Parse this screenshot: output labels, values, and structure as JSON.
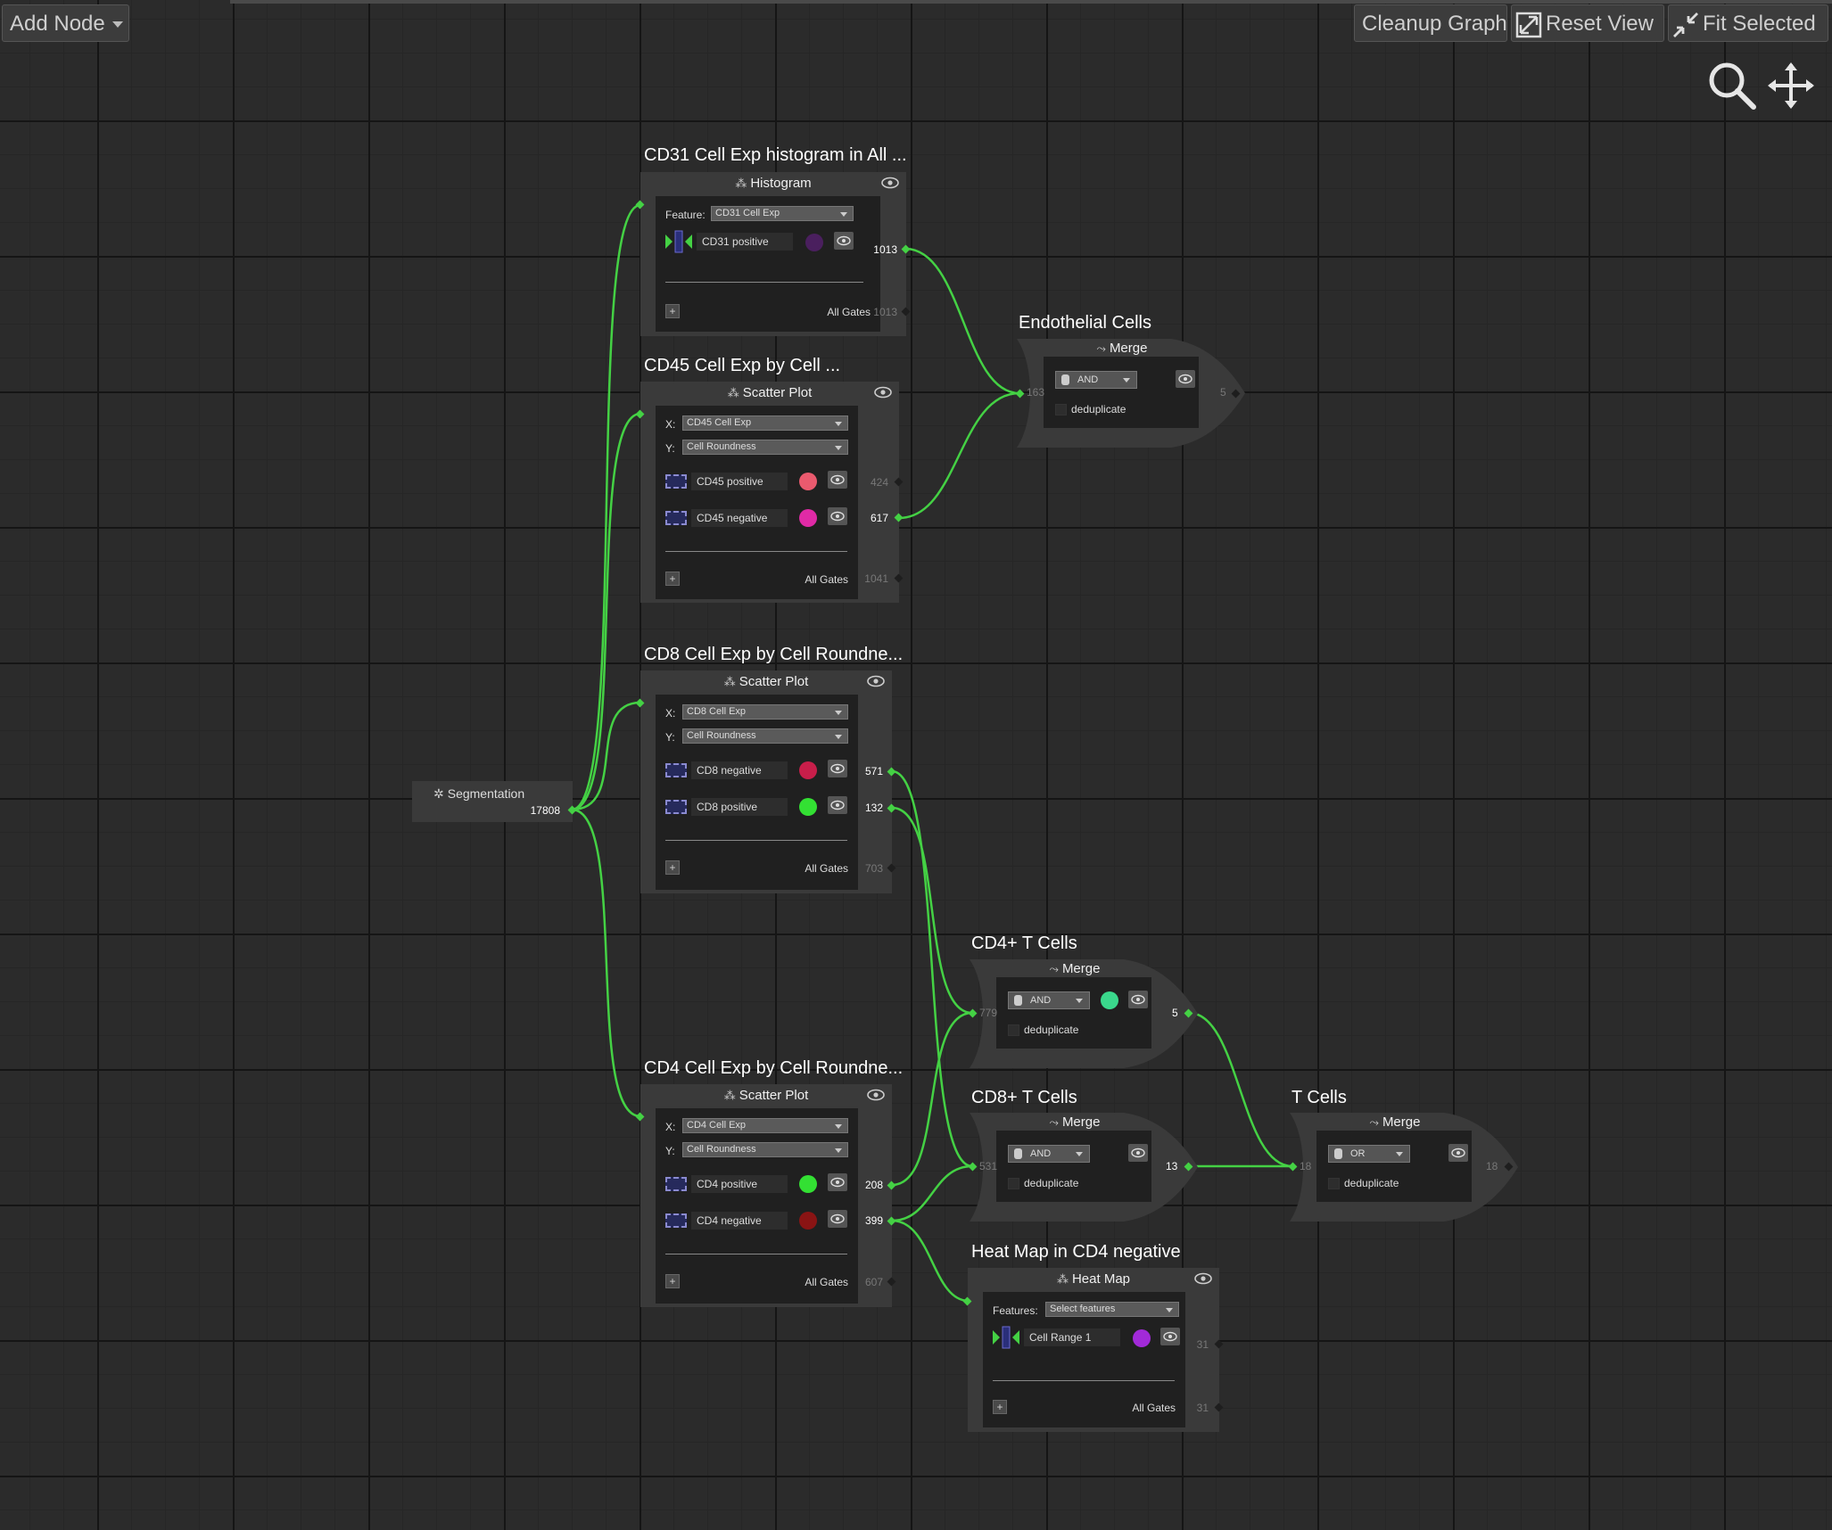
{
  "toolbar": {
    "add_node": "Add Node",
    "cleanup_graph": "Cleanup Graph",
    "reset_view": "Reset View",
    "fit_selected": "Fit Selected"
  },
  "view_controls": {
    "zoom_icon": "search-icon",
    "pan_icon": "move-icon"
  },
  "colors": {
    "wire": "#44d144",
    "cd31_positive": "#4a1f5e",
    "cd45_positive": "#ea5a6e",
    "cd45_negative": "#e02aa6",
    "cd8_negative": "#c81e4a",
    "cd8_positive": "#33e033",
    "cd4_positive": "#33e033",
    "cd4_negative": "#8a1414",
    "cd4plus_t": "#3ad88c",
    "cell_range_1": "#a22ad8"
  },
  "segmentation": {
    "label": "Segmentation",
    "count": "17808"
  },
  "histogram": {
    "title": "CD31 Cell Exp histogram in All ...",
    "type": "Histogram",
    "feature_label": "Feature:",
    "feature_value": "CD31 Cell Exp",
    "gates": [
      {
        "name": "CD31 positive",
        "count": "1013"
      }
    ],
    "all_gates": "All Gates",
    "all_count": "1013"
  },
  "cd45_scatter": {
    "title": "CD45 Cell Exp by Cell ...",
    "type": "Scatter Plot",
    "x_label": "X:",
    "x_value": "CD45 Cell Exp",
    "y_label": "Y:",
    "y_value": "Cell Roundness",
    "gates": [
      {
        "name": "CD45 positive",
        "count": "424"
      },
      {
        "name": "CD45 negative",
        "count": "617"
      }
    ],
    "all_gates": "All Gates",
    "all_count": "1041"
  },
  "cd8_scatter": {
    "title": "CD8 Cell Exp by Cell Roundne...",
    "type": "Scatter Plot",
    "x_label": "X:",
    "x_value": "CD8 Cell Exp",
    "y_label": "Y:",
    "y_value": "Cell Roundness",
    "gates": [
      {
        "name": "CD8 negative",
        "count": "571"
      },
      {
        "name": "CD8 positive",
        "count": "132"
      }
    ],
    "all_gates": "All Gates",
    "all_count": "703"
  },
  "cd4_scatter": {
    "title": "CD4 Cell Exp by Cell Roundne...",
    "type": "Scatter Plot",
    "x_label": "X:",
    "x_value": "CD4 Cell Exp",
    "y_label": "Y:",
    "y_value": "Cell Roundness",
    "gates": [
      {
        "name": "CD4 positive",
        "count": "208"
      },
      {
        "name": "CD4 negative",
        "count": "399"
      }
    ],
    "all_gates": "All Gates",
    "all_count": "607"
  },
  "endothelial": {
    "title": "Endothelial Cells",
    "type": "Merge",
    "op": "AND",
    "dedup": "deduplicate",
    "in_count": "163",
    "out_count": "5"
  },
  "cd4t": {
    "title": "CD4+ T Cells",
    "type": "Merge",
    "op": "AND",
    "dedup": "deduplicate",
    "in_count": "779",
    "out_count": "5"
  },
  "cd8t": {
    "title": "CD8+ T Cells",
    "type": "Merge",
    "op": "AND",
    "dedup": "deduplicate",
    "in_count": "531",
    "out_count": "13"
  },
  "tcells": {
    "title": "T Cells",
    "type": "Merge",
    "op": "OR",
    "dedup": "deduplicate",
    "in_count": "18",
    "out_count": "18"
  },
  "heatmap": {
    "title": "Heat Map in CD4 negative",
    "type": "Heat Map",
    "features_label": "Features:",
    "features_value": "Select features",
    "gates": [
      {
        "name": "Cell Range 1",
        "count": "31"
      }
    ],
    "all_gates": "All Gates",
    "all_count": "31"
  }
}
